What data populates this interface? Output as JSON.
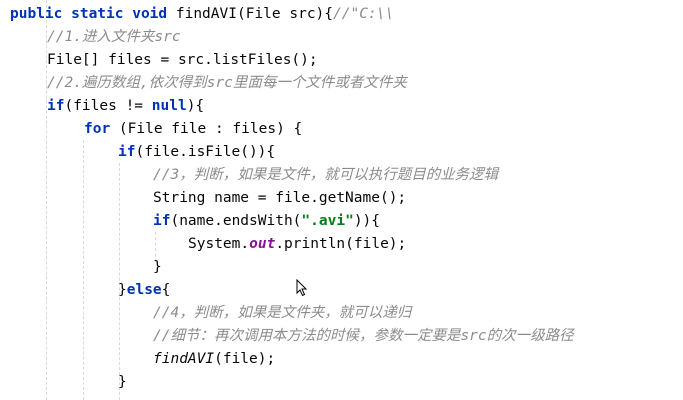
{
  "code": {
    "l1": {
      "kw": "public static void",
      "text": " findAVI(File src){",
      "comment": "//\"C:\\\\"
    },
    "l2": {
      "comment": "//1.进入文件夹src"
    },
    "l3": {
      "text": "File[] files = src.listFiles();"
    },
    "l4": {
      "comment": "//2.遍历数组,依次得到src里面每一个文件或者文件夹"
    },
    "l5": {
      "kw": "if",
      "pre": "(files != ",
      "kw2": "null",
      "post": "){"
    },
    "l6": {
      "kw": "for",
      "text": " (File file : files) {"
    },
    "l7": {
      "kw": "if",
      "text": "(file.isFile()){"
    },
    "l8": {
      "comment": "//3，判断，如果是文件，就可以执行题目的业务逻辑"
    },
    "l9": {
      "text": "String name = file.getName();"
    },
    "l10": {
      "kw": "if",
      "pre": "(name.endsWith(",
      "str": "\".avi\"",
      "post": ")){"
    },
    "l11": {
      "pre": "System.",
      "field": "out",
      "post": ".println(file);"
    },
    "l12": {
      "text": "}"
    },
    "l13": {
      "pre": "}",
      "kw": "else",
      "post": "{"
    },
    "l14": {
      "comment": "//4，判断，如果是文件夹，就可以递归"
    },
    "l15": {
      "comment": "//细节：再次调用本方法的时候，参数一定要是src的次一级路径"
    },
    "l16": {
      "italic": "findAVI",
      "post": "(file);"
    },
    "l17": {
      "text": "}"
    }
  },
  "colors": {
    "keyword": "#0033b3",
    "string": "#067d17",
    "comment": "#8c8c8c",
    "field": "#871094",
    "text": "#080808",
    "background": "#ffffff"
  },
  "icons": {
    "cursor": "mouse-pointer-icon"
  }
}
